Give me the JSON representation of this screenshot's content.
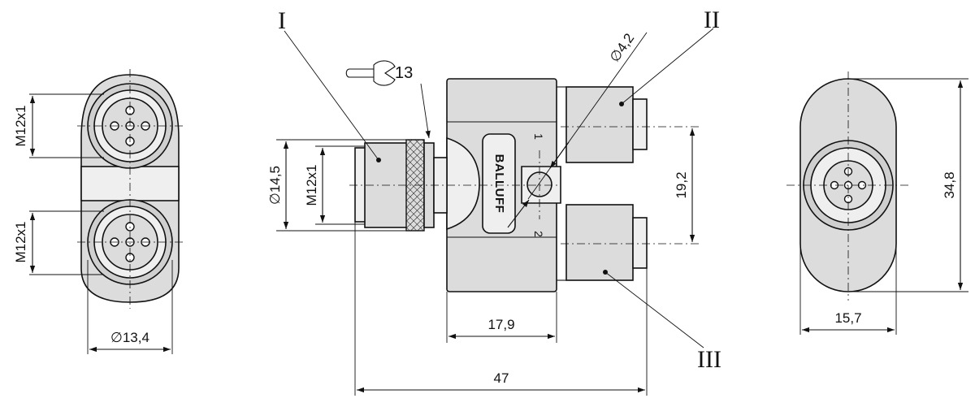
{
  "drawing": {
    "manufacturer_logo": "BALLUFF",
    "callouts": {
      "part_I": "I",
      "part_II": "II",
      "part_III": "III"
    },
    "port_numbers": {
      "port_1": "1",
      "port_2": "2"
    },
    "wrench_size": "13",
    "dimensions": {
      "left_view_thread_top": "M12x1",
      "left_view_thread_bottom": "M12x1",
      "left_view_diameter": "∅13,4",
      "front_input_diameter": "∅14,5",
      "front_input_thread": "M12x1",
      "mounting_hole_diameter": "∅4,2",
      "port_spacing": "19,2",
      "body_length": "17,9",
      "overall_length": "47",
      "right_view_height": "34,8",
      "right_view_width": "15,7"
    }
  }
}
